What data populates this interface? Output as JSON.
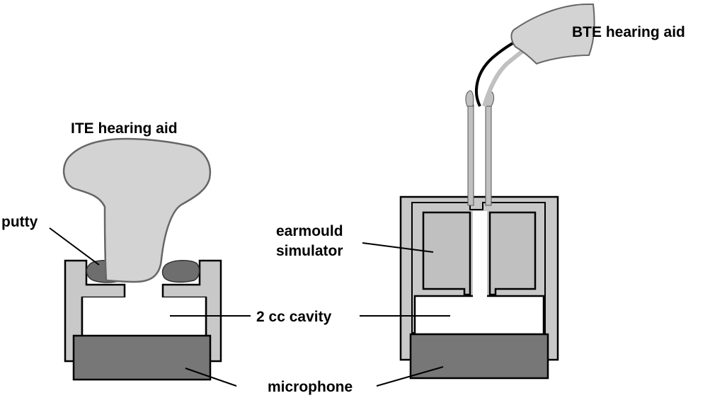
{
  "labels": {
    "ite_title": "ITE hearing aid",
    "bte_title": "BTE hearing aid",
    "putty": "putty",
    "earmould_line1": "earmould",
    "earmould_line2": "simulator",
    "cavity": "2 cc cavity",
    "microphone": "microphone"
  },
  "colors": {
    "coupler_gray": "#c8c8c8",
    "ite_shell": "#d3d3d3",
    "putty": "#707070",
    "microphone": "#777777",
    "outline": "#000000",
    "tube": "#c0c0c0"
  }
}
